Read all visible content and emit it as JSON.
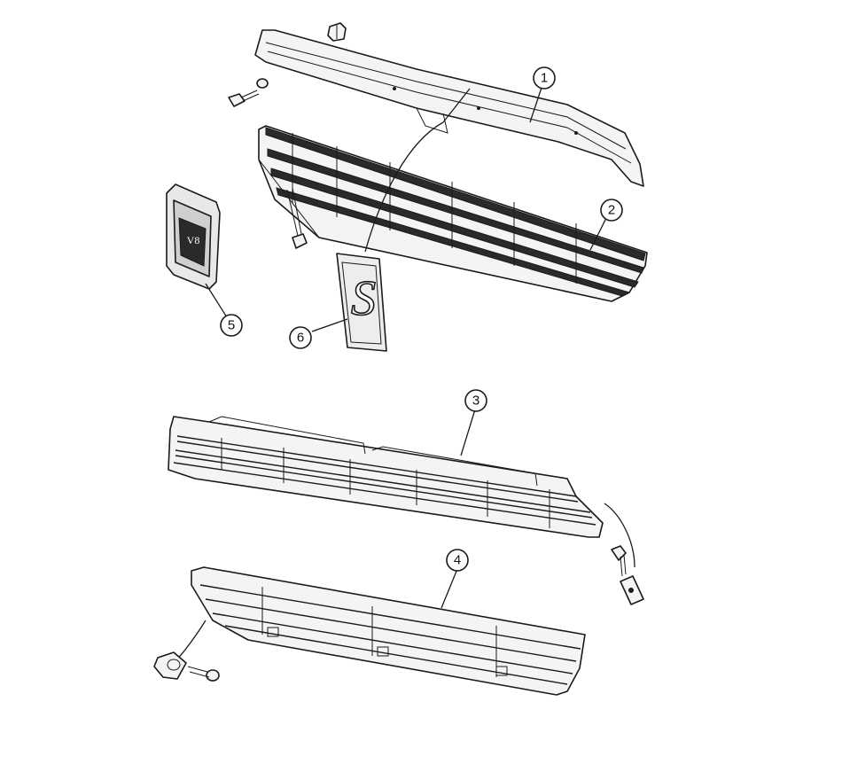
{
  "callouts": [
    {
      "id": "1",
      "label": "1"
    },
    {
      "id": "2",
      "label": "2"
    },
    {
      "id": "3",
      "label": "3"
    },
    {
      "id": "4",
      "label": "4"
    },
    {
      "id": "5",
      "label": "5"
    },
    {
      "id": "6",
      "label": "6"
    }
  ],
  "badge_text": {
    "letter": "S",
    "logo_glyph": "V8"
  },
  "colors": {
    "line": "#1a1a1a",
    "fill": "#f4f4f4",
    "background": "#ffffff"
  }
}
